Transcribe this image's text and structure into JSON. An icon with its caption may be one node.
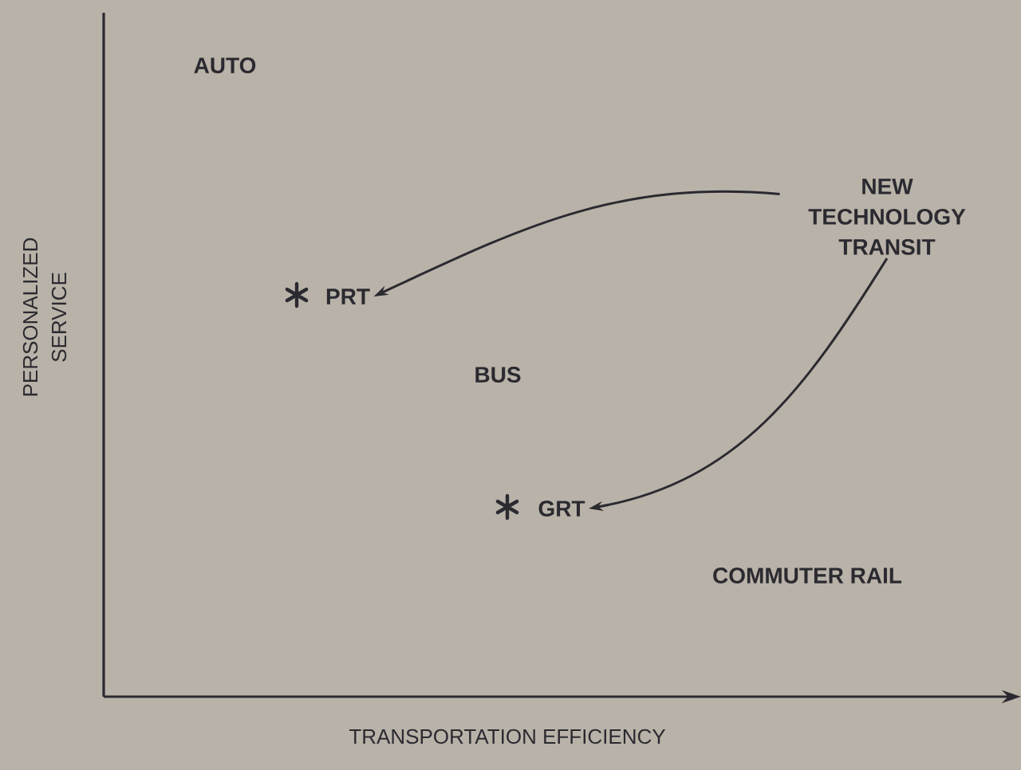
{
  "diagram": {
    "nodes": [
      {
        "text": [
          "NEW TECHNOLOGY TRANSIT"
        ]
      },
      {
        "text": [
          "PRT"
        ]
      },
      {
        "text": [
          "GRT"
        ]
      }
    ],
    "edges": [
      {
        "from": 0,
        "to": 1,
        "arrow": "to"
      },
      {
        "from": 0,
        "to": 2,
        "arrow": "to"
      }
    ],
    "labels": [
      "AUTO",
      "BUS",
      "COMMUTER RAIL",
      "PERSONALIZED SERVICE",
      "TRANSPORTATION EFFICIENCY"
    ]
  }
}
